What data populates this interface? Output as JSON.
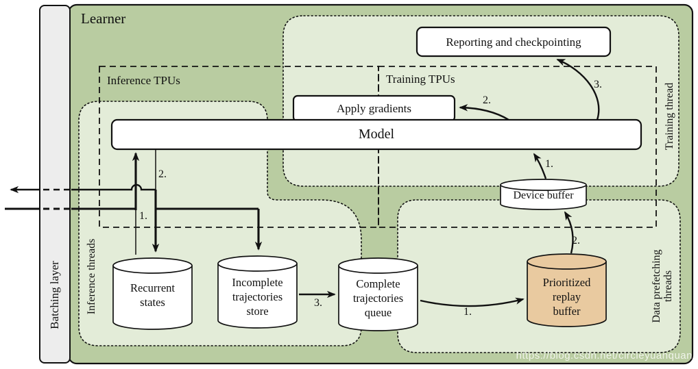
{
  "title": "Learner",
  "groups": {
    "inference_tpus": "Inference TPUs",
    "training_tpus": "Training TPUs"
  },
  "threads": {
    "batching": "Batching layer",
    "inference": "Inference threads",
    "training": "Training thread",
    "prefetch": "Data prefetching\nthreads"
  },
  "nodes": {
    "reporting": "Reporting and checkpointing",
    "apply_gradients": "Apply gradients",
    "model": "Model",
    "device_buffer": "Device buffer",
    "recurrent_states": "Recurrent\nstates",
    "incomplete_store": "Incomplete\ntrajectories\nstore",
    "complete_queue": "Complete\ntrajectories\nqueue",
    "replay_buffer": "Prioritized\nreplay\nbuffer"
  },
  "steps": {
    "inference_1": "1.",
    "inference_2": "2.",
    "inference_3": "3.",
    "prefetch_1": "1.",
    "prefetch_2": "2.",
    "training_1": "1.",
    "training_2": "2.",
    "training_3": "3."
  },
  "colors": {
    "panel_green": "#b9cca1",
    "region_green": "#e3ecd8",
    "replay_tan": "#e9caa0",
    "batching_gray": "#ededed",
    "line_black": "#111111"
  },
  "watermark": "https://blog.csdn.net/circleyuanquan"
}
